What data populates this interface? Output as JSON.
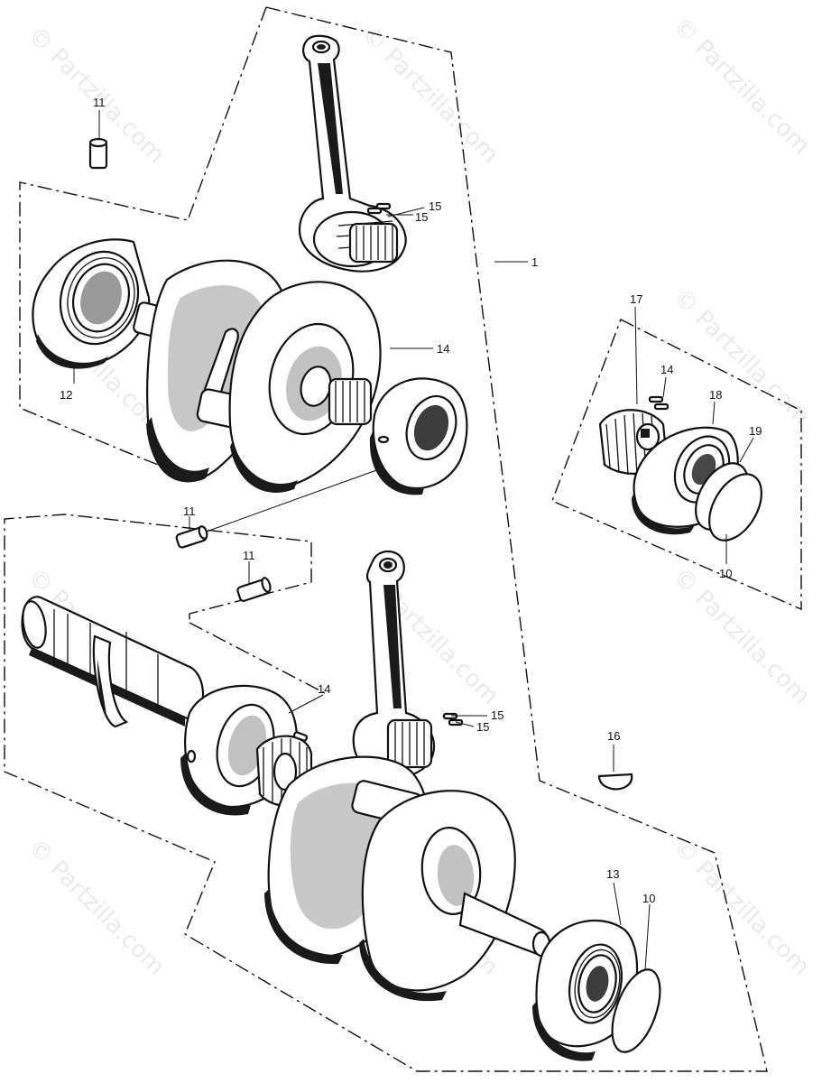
{
  "watermark": "© Partzilla.com",
  "callouts": {
    "p1": "1",
    "p10a": "10",
    "p10b": "10",
    "p11a": "11",
    "p11b": "11",
    "p11c": "11",
    "p12": "12",
    "p13": "13",
    "p14a": "14",
    "p14b": "14",
    "p14c": "14",
    "p15a": "15",
    "p15b": "15",
    "p15c": "15",
    "p15d": "15",
    "p16": "16",
    "p17": "17",
    "p18": "18",
    "p19": "19"
  },
  "colors": {
    "ink": "#111111",
    "shade": "#1a1a1a",
    "paper": "#ffffff"
  }
}
